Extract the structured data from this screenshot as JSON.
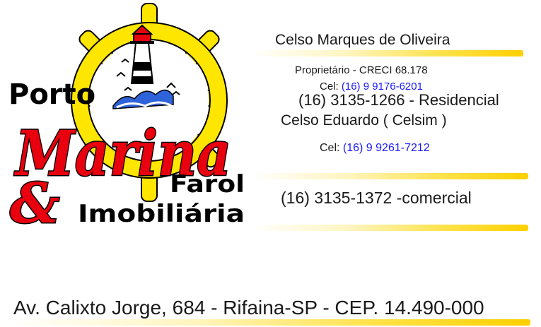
{
  "logo": {
    "line1": "Porto",
    "line2": "Marina",
    "line3": "&",
    "line4": "Farol",
    "line5": "Imobiliária",
    "colors": {
      "wheel": "#ffe600",
      "red": "#e8000f",
      "outline": "#000000",
      "sea": "#2f63d9"
    }
  },
  "owner": {
    "name": "Celso Marques de Oliveira",
    "role": "Proprietário - CRECI 68.178",
    "cel_label": "Cel:",
    "cel_number": "(16) 9 9176-6201",
    "residential": "(16) 3135-1266 - Residencial"
  },
  "partner": {
    "name": "Celso Eduardo ( Celsim )",
    "cel_label": "Cel:",
    "cel_number": "(16) 9 9261-7212"
  },
  "commercial": "(16) 3135-1372 -comercial",
  "address": "Av. Calixto Jorge, 684 - Rifaina-SP - CEP. 14.490-000"
}
